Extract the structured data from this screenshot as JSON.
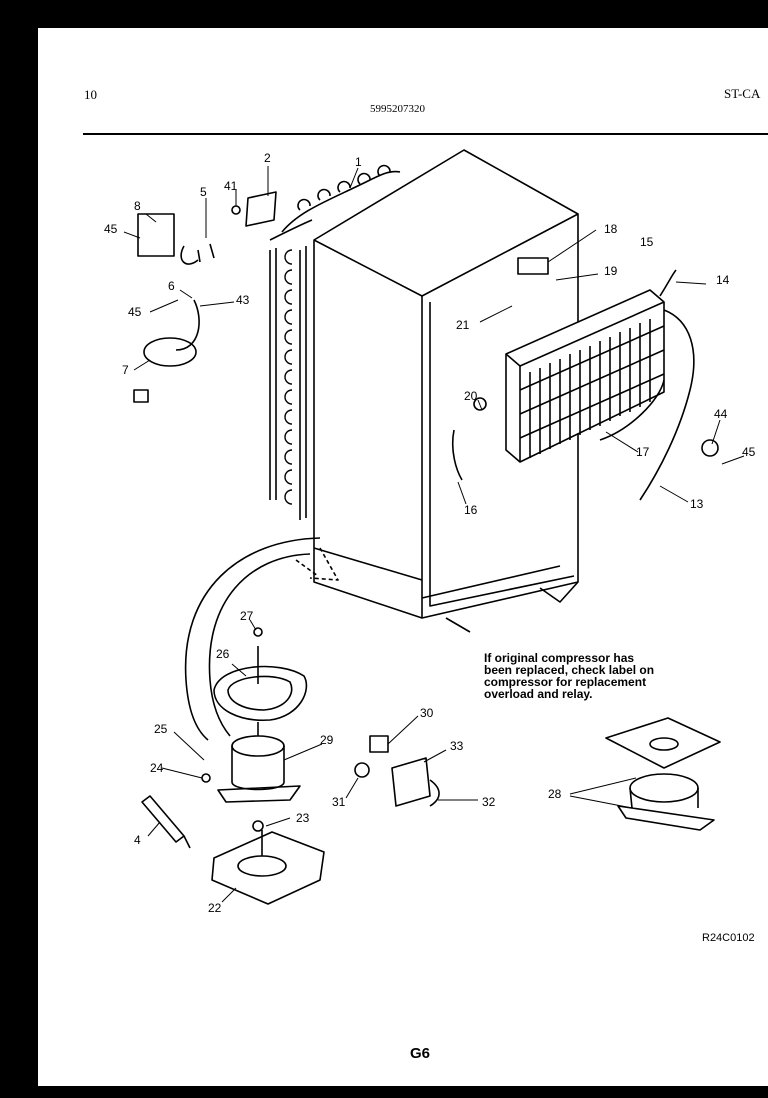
{
  "header": {
    "page_no": "10",
    "part_no": "5995207320",
    "catalog": "ST-CA"
  },
  "note": {
    "lines": [
      "If original compressor has",
      "been replaced, check label on",
      "compressor for replacement",
      "overload and relay."
    ]
  },
  "footer": {
    "drawing_code": "R24C0102",
    "page_label": "G6"
  },
  "callouts": [
    "1",
    "2",
    "4",
    "5",
    "6",
    "7",
    "8",
    "13",
    "14",
    "15",
    "16",
    "17",
    "18",
    "19",
    "20",
    "21",
    "22",
    "23",
    "24",
    "25",
    "26",
    "27",
    "28",
    "29",
    "30",
    "31",
    "32",
    "33",
    "41",
    "43",
    "44",
    "45",
    "45",
    "45"
  ]
}
